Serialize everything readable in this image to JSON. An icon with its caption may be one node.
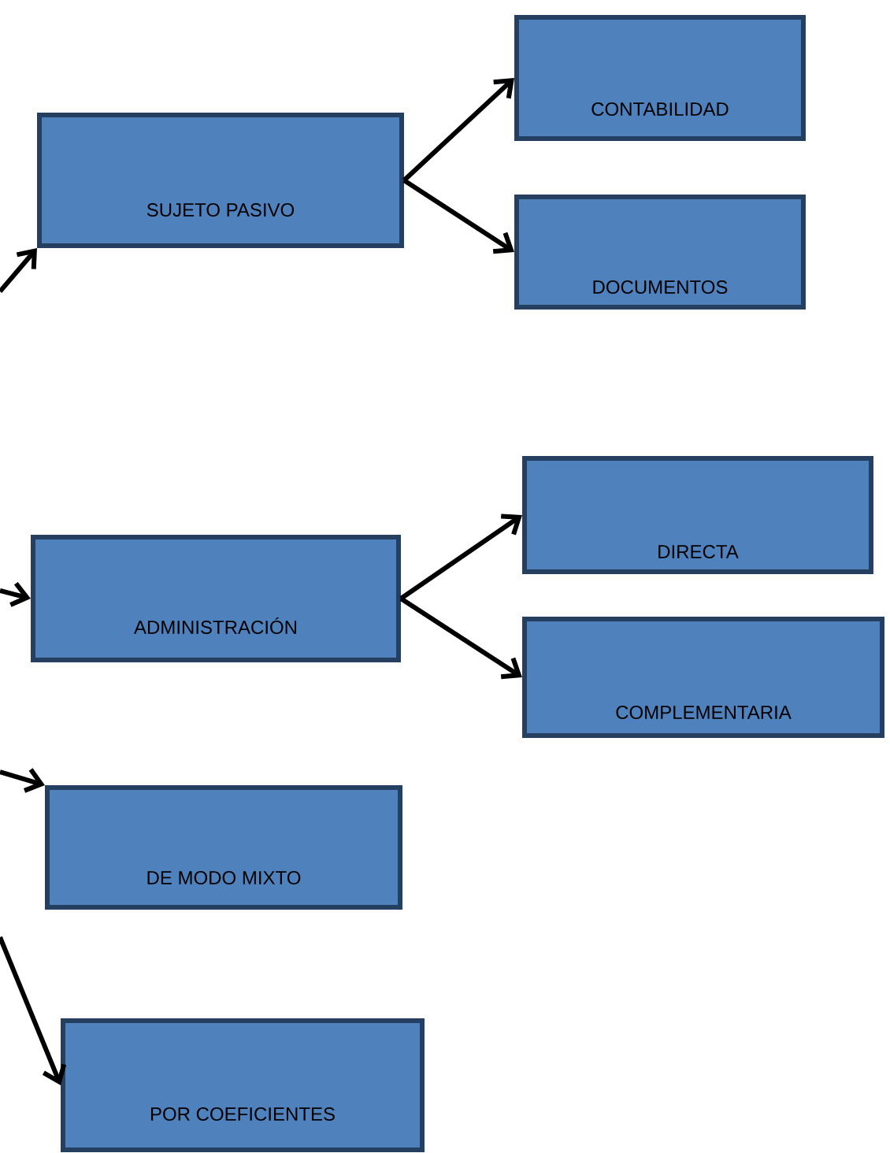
{
  "diagram": {
    "nodes": [
      {
        "text": [
          "SUJETO PASIVO"
        ]
      },
      {
        "text": [
          "CONTABILIDAD"
        ]
      },
      {
        "text": [
          "DOCUMENTOS"
        ]
      },
      {
        "text": [
          "ADMINISTRACIÓN"
        ]
      },
      {
        "text": [
          "DIRECTA"
        ]
      },
      {
        "text": [
          "COMPLEMENTARIA"
        ]
      },
      {
        "text": [
          "DE MODO MIXTO"
        ]
      },
      {
        "text": [
          "POR COEFICIENTES"
        ]
      }
    ],
    "edges": [
      {
        "from": null,
        "to": 0,
        "arrow": "to"
      },
      {
        "from": 0,
        "to": 1,
        "arrow": "to"
      },
      {
        "from": 0,
        "to": 2,
        "arrow": "to"
      },
      {
        "from": null,
        "to": 3,
        "arrow": "to"
      },
      {
        "from": 3,
        "to": 4,
        "arrow": "to"
      },
      {
        "from": 3,
        "to": 5,
        "arrow": "to"
      },
      {
        "from": null,
        "to": 6,
        "arrow": "to"
      },
      {
        "from": null,
        "to": 7,
        "arrow": "to"
      }
    ]
  }
}
